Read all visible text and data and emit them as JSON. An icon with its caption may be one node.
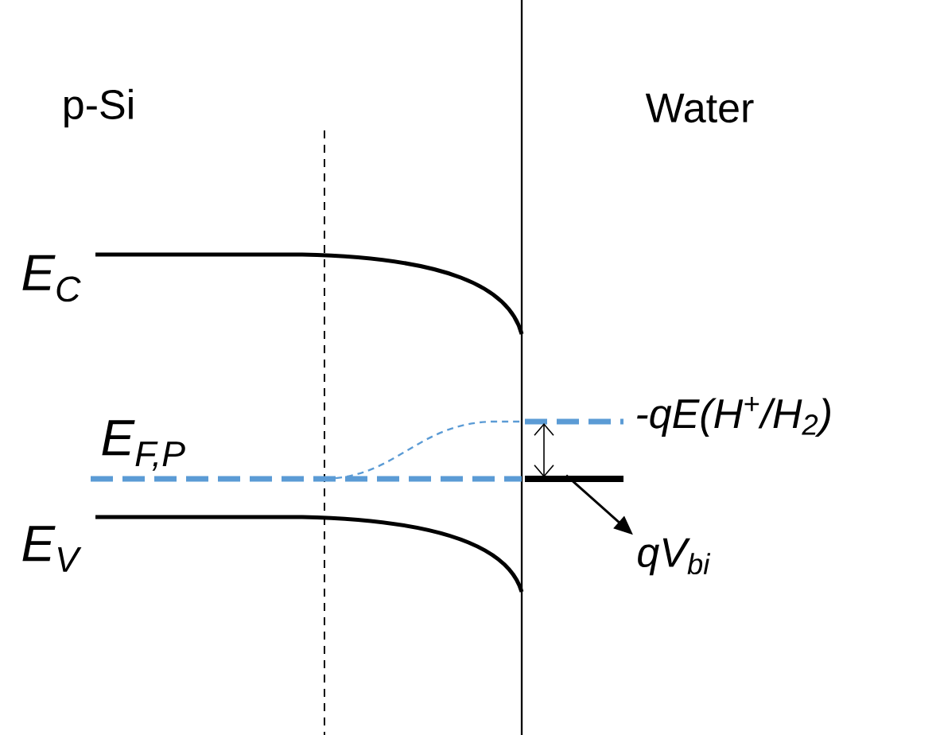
{
  "diagram": {
    "nodes": [
      {
        "text": [
          "qV$_{bi}$"
        ]
      },
      {
        "text": [],
        "shape": "bar"
      }
    ],
    "edges": [
      {
        "from": 1,
        "to": 0,
        "arrow": "to"
      }
    ],
    "labels": [
      "p-Si",
      "Water",
      "E$_{C}$",
      "E$_{F,P}$",
      "E$_{V}$",
      "-qE(H$^{+}$/H$_{2}$)"
    ]
  }
}
